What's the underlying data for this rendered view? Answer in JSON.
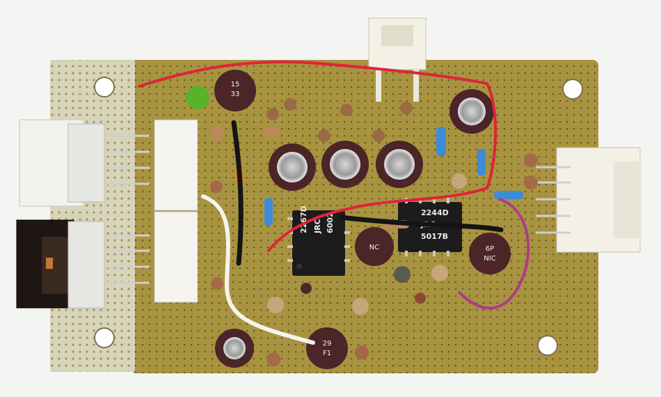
{
  "photo": {
    "background_color": "#f4f4f2",
    "board_color": "#a89440",
    "protoboard_color": "#d8d4b8"
  },
  "chips": [
    {
      "name": "ic-left",
      "lines": [
        "2267D",
        "JRC",
        "6002"
      ]
    },
    {
      "name": "ic-right",
      "lines": [
        "2244D",
        "JRC",
        "5017B"
      ]
    }
  ],
  "capacitor_markings": [
    {
      "name": "cap-top",
      "lines": [
        "15",
        "33"
      ]
    },
    {
      "name": "cap-bottom-right",
      "lines": [
        "29",
        "F1"
      ]
    },
    {
      "name": "cap-mid-right",
      "lines": [
        "6P",
        "NIC"
      ]
    },
    {
      "name": "cap-mid",
      "lines": [
        "NC"
      ]
    }
  ],
  "wire_colors": {
    "red": "#e0233a",
    "white": "#f6f3ea",
    "magenta": "#b03a8a",
    "black": "#141414"
  }
}
